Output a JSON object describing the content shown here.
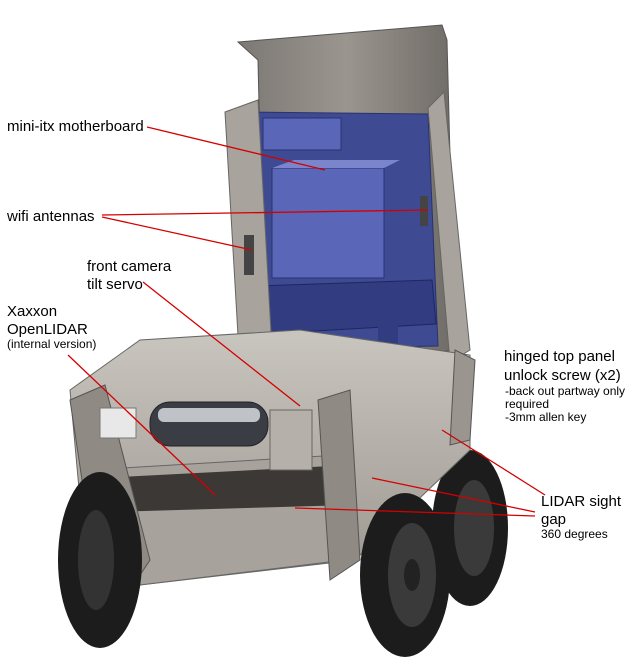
{
  "labels": {
    "motherboard": "mini-itx motherboard",
    "wifi": "wifi antennas",
    "camera_line1": "front camera",
    "camera_line2": "tilt servo",
    "lidar_line1": "Xaxxon",
    "lidar_line2": "OpenLIDAR",
    "lidar_note": "(internal version)",
    "hinge_line1": "hinged top panel",
    "hinge_line2": "unlock screw (x2)",
    "hinge_note1": "-back out partway only",
    "hinge_note2": "required",
    "hinge_note3": "-3mm allen key",
    "gap_line1": "LIDAR sight",
    "gap_line2": "gap",
    "gap_note": "360 degrees"
  },
  "colors": {
    "leader_line": "#d40000",
    "body_metal": "#b7b2ab",
    "panel_metal": "#8f8a84",
    "board_blue": "#3e4a92",
    "tire": "#1c1c1c"
  }
}
